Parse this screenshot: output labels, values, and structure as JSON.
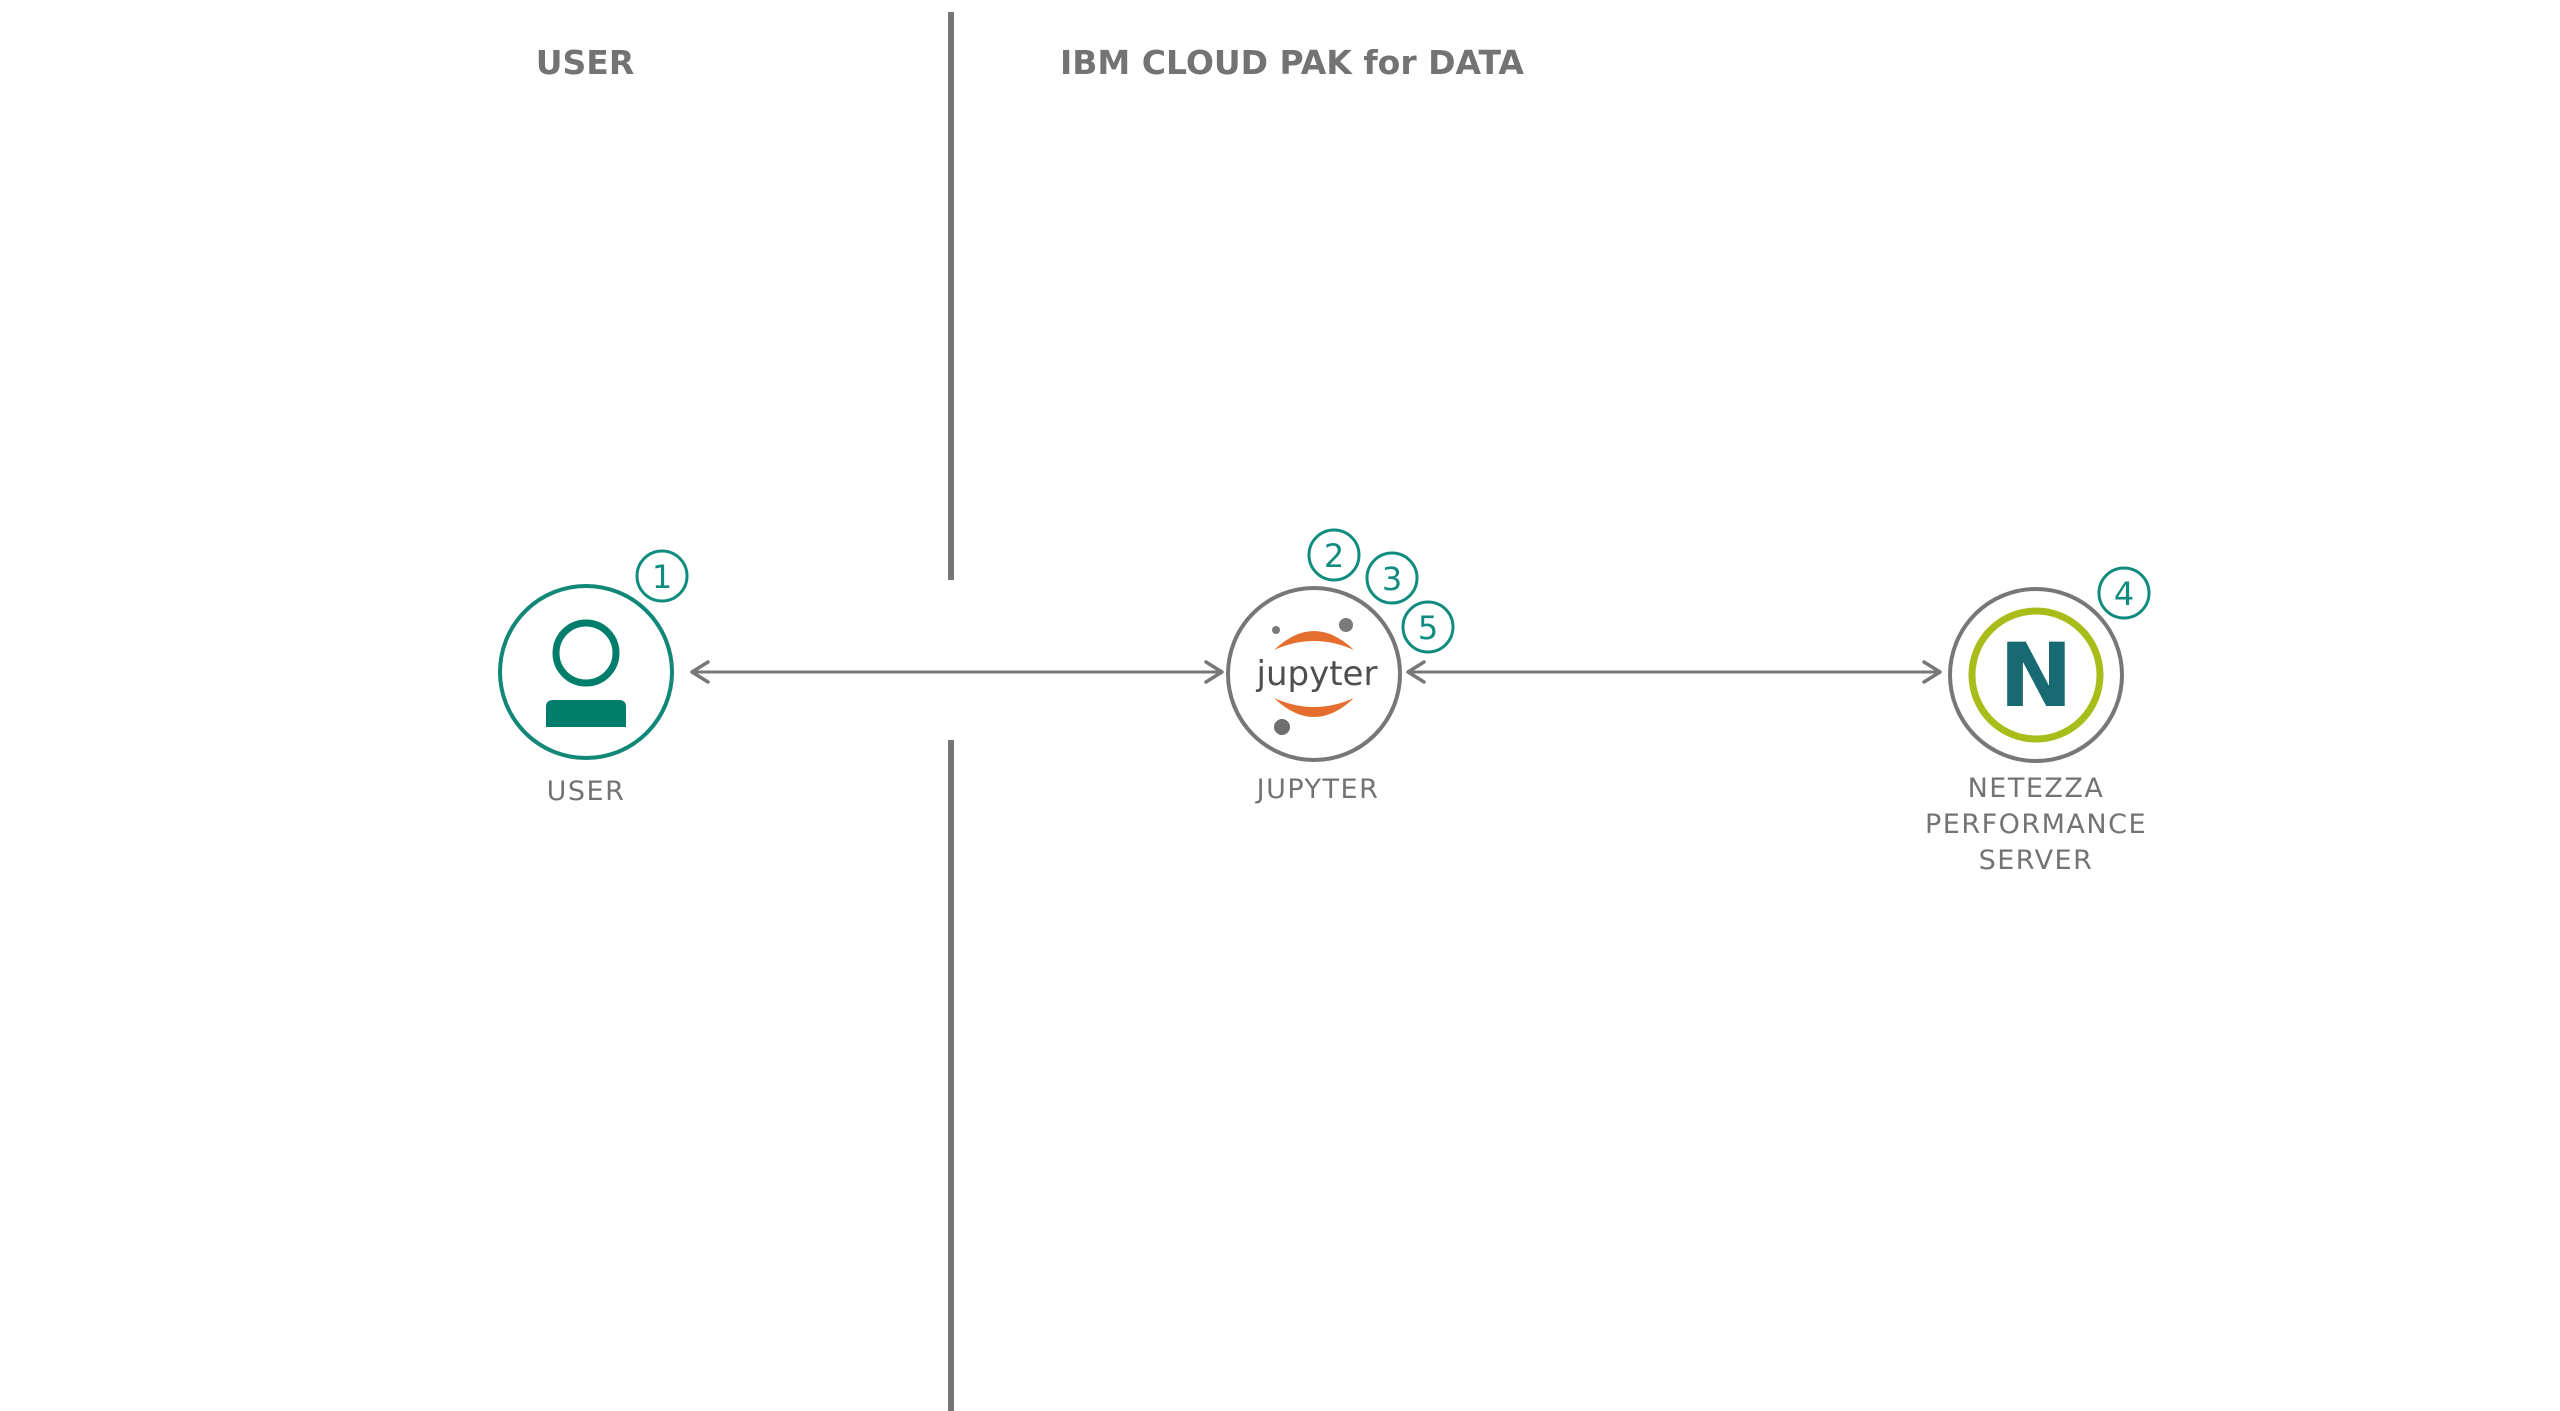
{
  "diagram": {
    "zones": [
      {
        "title": "USER"
      },
      {
        "title": "IBM CLOUD PAK for DATA"
      }
    ],
    "nodes": {
      "user": {
        "label": "USER",
        "badges": [
          "1"
        ]
      },
      "jupyter": {
        "label": "JUPYTER",
        "logo_text": "jupyter",
        "badges": [
          "2",
          "3",
          "5"
        ]
      },
      "netezza": {
        "label_lines": [
          "NETEZZA",
          "PERFORMANCE",
          "SERVER"
        ],
        "logo_letter": "N",
        "badges": [
          "4"
        ]
      }
    },
    "edges": [
      {
        "from": "user",
        "to": "jupyter",
        "direction": "bidirectional"
      },
      {
        "from": "jupyter",
        "to": "netezza",
        "direction": "bidirectional"
      }
    ],
    "colors": {
      "accent_teal": "#0f8c7e",
      "user_icon": "#007d6b",
      "jupyter_orange": "#e46e2e",
      "netezza_ring": "#a8bd1a",
      "netezza_letter": "#176a72",
      "line_gray": "#777777",
      "text_gray": "#737373"
    },
    "icons": [
      "user-icon",
      "jupyter-logo-icon",
      "netezza-logo-icon"
    ]
  }
}
